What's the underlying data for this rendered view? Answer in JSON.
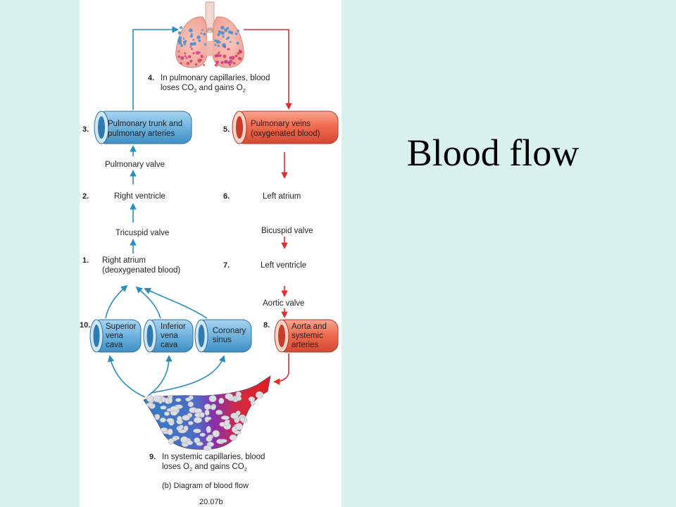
{
  "slide": {
    "title": "Blood flow",
    "background_color": "#d8f1ee",
    "panel_color": "#ffffff"
  },
  "diagram": {
    "colors": {
      "deoxygenated": "#2b8cc0",
      "oxygenated": "#e12c2c",
      "vessel_blue": "#73b6e0",
      "vessel_red": "#f06c50"
    },
    "steps": [
      {
        "number": "1.",
        "lines": [
          "Right atrium",
          "(deoxygenated blood)"
        ]
      },
      {
        "number": "2.",
        "lines": [
          "Right ventricle"
        ]
      },
      {
        "number": "3.",
        "lines": [
          "Pulmonary trunk and",
          "pulmonary arteries"
        ]
      },
      {
        "number": "4.",
        "lines": [
          "In pulmonary capillaries, blood",
          "loses CO",
          "2",
          " and gains O",
          "2"
        ]
      },
      {
        "number": "5.",
        "lines": [
          "Pulmonary veins",
          "(oxygenated blood)"
        ]
      },
      {
        "number": "6.",
        "lines": [
          "Left atrium"
        ]
      },
      {
        "number": "7.",
        "lines": [
          "Left ventricle"
        ]
      },
      {
        "number": "8.",
        "lines": [
          "Aorta and",
          "systemic",
          "arteries"
        ]
      },
      {
        "number": "9.",
        "lines": [
          "In systemic capillaries, blood",
          "loses O",
          "2",
          " and gains CO",
          "2"
        ]
      },
      {
        "number": "10.",
        "lines": []
      }
    ],
    "valves": {
      "pulmonary": "Pulmonary valve",
      "tricuspid": "Tricuspid valve",
      "bicuspid": "Bicuspid valve",
      "aortic": "Aortic valve"
    },
    "veins": {
      "superior": [
        "Superior",
        "vena",
        "cava"
      ],
      "inferior": [
        "Inferior",
        "vena",
        "cava"
      ],
      "coronary": [
        "Coronary",
        "sinus"
      ]
    },
    "caption": "(b) Diagram of blood flow",
    "figure_id": "20.07b"
  }
}
